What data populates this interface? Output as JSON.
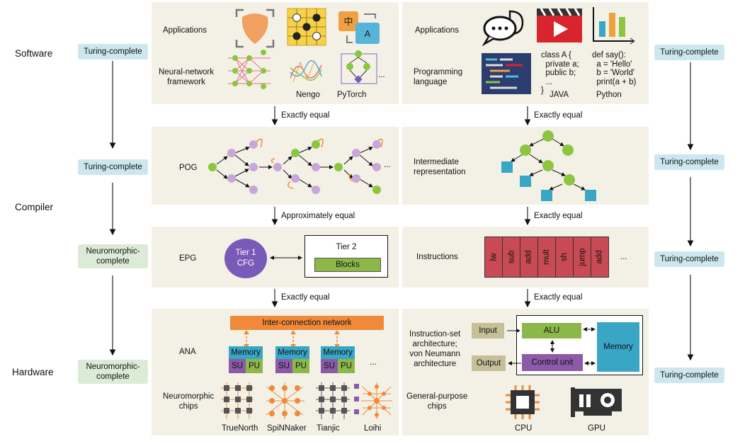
{
  "layers": {
    "software": "Software",
    "compiler": "Compiler",
    "hardware": "Hardware"
  },
  "badges": {
    "left": [
      "Turing-complete",
      "Turing-complete",
      "Neuromorphic-\ncomplete",
      "Neuromorphic-\ncomplete"
    ],
    "right": [
      "Turing-complete",
      "Turing-complete",
      "Turing-complete",
      "Turing-complete"
    ]
  },
  "left": {
    "applications": "Applications",
    "nn_framework": "Neural-network\nframework",
    "nengo": "Nengo",
    "pytorch": "PyTorch",
    "ellipsis": "...",
    "pog": "POG",
    "epg": "EPG",
    "tier1": "Tier 1\nCFG",
    "tier2": "Tier 2",
    "blocks": "Blocks",
    "ana": "ANA",
    "interconnect": "Inter-connection network",
    "memory": "Memory",
    "su": "SU",
    "pu": "PU",
    "neuro_chips": "Neuromorphic\nchips",
    "chips": [
      "TrueNorth",
      "SpiNNaker",
      "Tianjic",
      "Loihi"
    ],
    "rel1": "Exactly equal",
    "rel2": "Approximately equal",
    "rel3": "Exactly equal"
  },
  "right": {
    "applications": "Applications",
    "prog_lang": "Programming\nlanguage",
    "java_code": "class A {\n  private a;\n  public b;\n  ...\n}",
    "java": "JAVA",
    "python_code": "def say():\n  a = 'Hello'\n  b = 'World'\n  print(a + b)",
    "python": "Python",
    "ir": "Intermediate\nrepresentation",
    "instructions": "Instructions",
    "instr_list": [
      "lw",
      "sub",
      "add",
      "mult",
      "sh",
      "jump",
      "add"
    ],
    "ellipsis": "...",
    "isa": "Instruction-set\narchitecture;\nvon Neumann\narchitecture",
    "input": "Input",
    "output": "Output",
    "alu": "ALU",
    "control": "Control unit",
    "memory": "Memory",
    "gp_chips": "General-purpose\nchips",
    "cpu": "CPU",
    "gpu": "GPU",
    "rel1": "Exactly equal",
    "rel2": "Exactly equal",
    "rel3": "Exactly equal"
  },
  "app_icons": {
    "zh_char": "中",
    "a_char": "A"
  },
  "colors": {
    "panel": "#f3f1e6",
    "turing": "#cce8ee",
    "neuromorphic": "#dcebd6",
    "green_node": "#8cc63f",
    "purple_node": "#c8a6d8",
    "teal_square": "#3aa6c6",
    "instr_red": "#c84a55",
    "orange": "#f08a3a",
    "memory_teal": "#3aa6c6",
    "su_purple": "#8b5aa8",
    "pu_green": "#8cb84a",
    "io_tan": "#c7bf98"
  }
}
